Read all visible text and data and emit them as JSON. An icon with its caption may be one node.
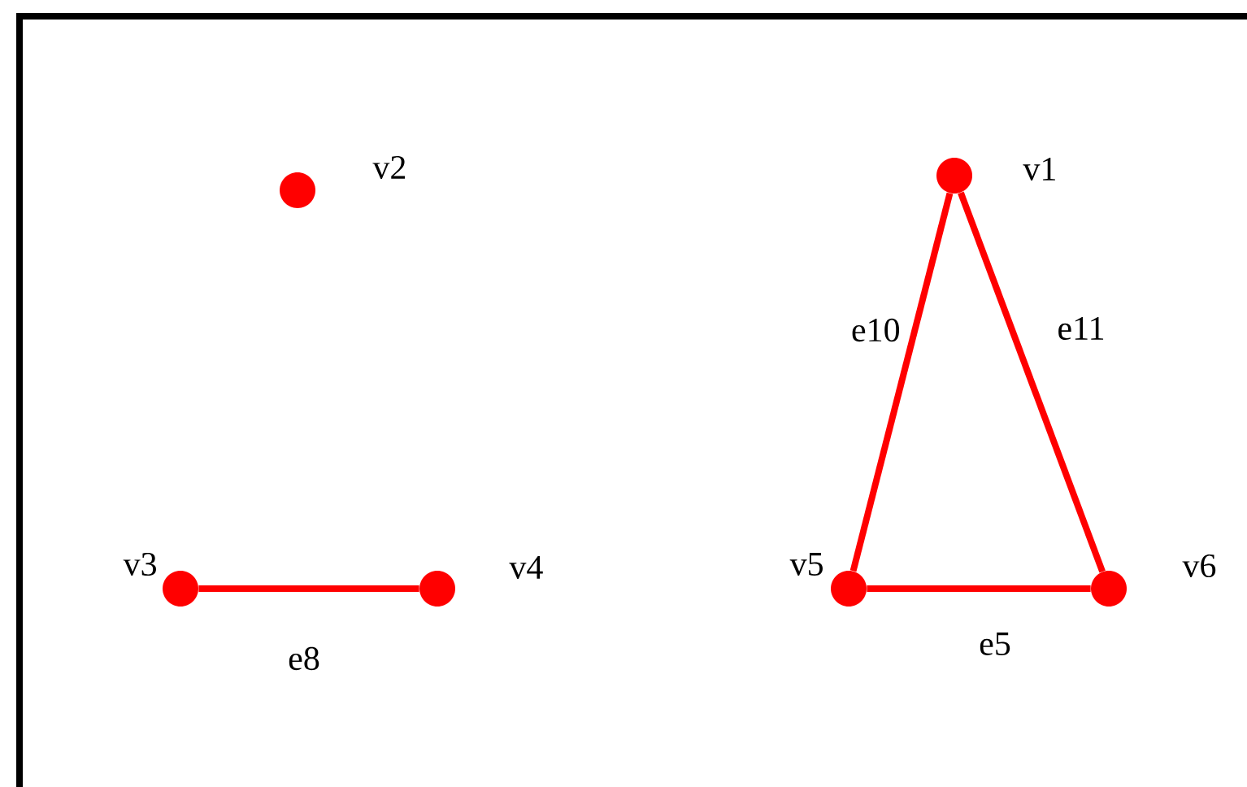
{
  "diagram": {
    "nodes": [
      {
        "text": [],
        "shape": "circle",
        "beside": [
          "v2"
        ]
      },
      {
        "text": [],
        "shape": "circle",
        "beside": [
          "v1"
        ]
      },
      {
        "text": [],
        "shape": "circle",
        "beside": [
          "v3"
        ]
      },
      {
        "text": [],
        "shape": "circle",
        "beside": [
          "v4"
        ]
      },
      {
        "text": [],
        "shape": "circle",
        "beside": [
          "v5"
        ]
      },
      {
        "text": [],
        "shape": "circle",
        "beside": [
          "v6"
        ]
      }
    ],
    "edges": [
      {
        "from": 2,
        "to": 3,
        "arrow": "none",
        "label": "e8"
      },
      {
        "from": 1,
        "to": 4,
        "arrow": "none",
        "label": "e10"
      },
      {
        "from": 1,
        "to": 5,
        "arrow": "none",
        "label": "e11"
      },
      {
        "from": 4,
        "to": 5,
        "arrow": "none",
        "label": "e5"
      }
    ]
  }
}
